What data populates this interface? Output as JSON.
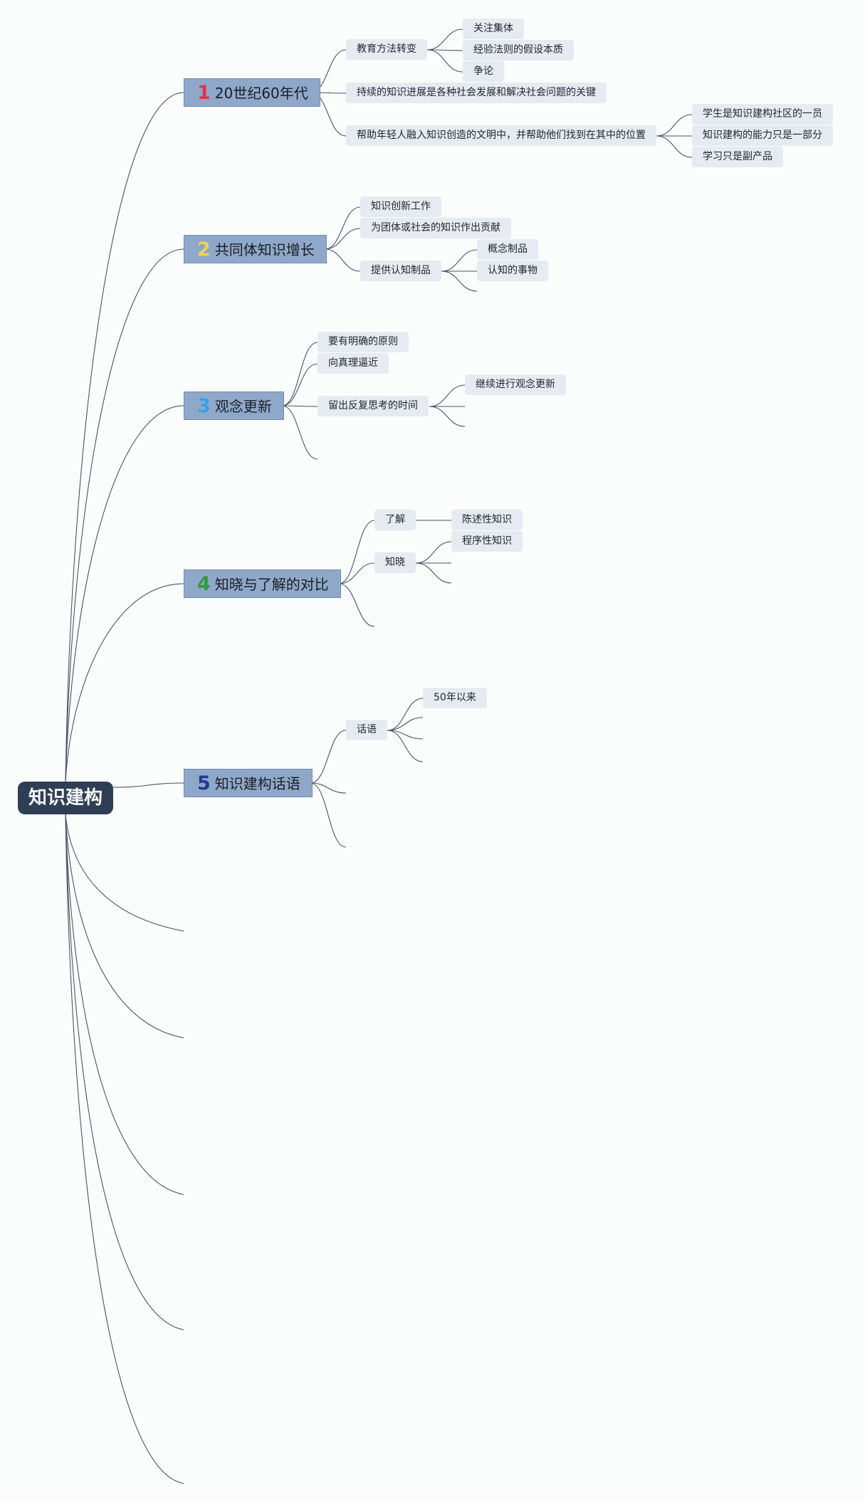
{
  "root": "知识建构",
  "branches": [
    {
      "num": "1",
      "num_color": "#e0354a",
      "label": "20世纪60年代",
      "children": [
        {
          "label": "教育方法转变",
          "children": [
            "关注集体",
            "经验法则的假设本质",
            "争论"
          ]
        },
        {
          "label": "持续的知识进展是各种社会发展和解决社会问题的关键"
        },
        {
          "label": "帮助年轻人融入知识创造的文明中，并帮助他们找到在其中的位置",
          "children": [
            "学生是知识建构社区的一员",
            "知识建构的能力只是一部分",
            "学习只是副产品"
          ]
        }
      ]
    },
    {
      "num": "2",
      "num_color": "#f1d05a",
      "label": "共同体知识增长",
      "children": [
        {
          "label": "知识创新工作"
        },
        {
          "label": "为团体或社会的知识作出贡献"
        },
        {
          "label": "提供认知制品",
          "children": [
            "概念制品",
            "认知的事物"
          ]
        }
      ]
    },
    {
      "num": "3",
      "num_color": "#35a2e8",
      "label": "观念更新",
      "children": [
        {
          "label": "要有明确的原则"
        },
        {
          "label": "向真理逼近"
        },
        {
          "label": "留出反复思考的时间",
          "children": [
            "继续进行观念更新"
          ]
        }
      ]
    },
    {
      "num": "4",
      "num_color": "#2f9a3a",
      "label": "知晓与了解的对比",
      "children": [
        {
          "label": "了解",
          "children": [
            "陈述性知识"
          ]
        },
        {
          "label": "知晓",
          "children": [
            "程序性知识"
          ]
        }
      ]
    },
    {
      "num": "5",
      "num_color": "#1f3a96",
      "label": "知识建构话语",
      "children": [
        {
          "label": "话语",
          "children": [
            "50年以来"
          ]
        }
      ]
    }
  ]
}
